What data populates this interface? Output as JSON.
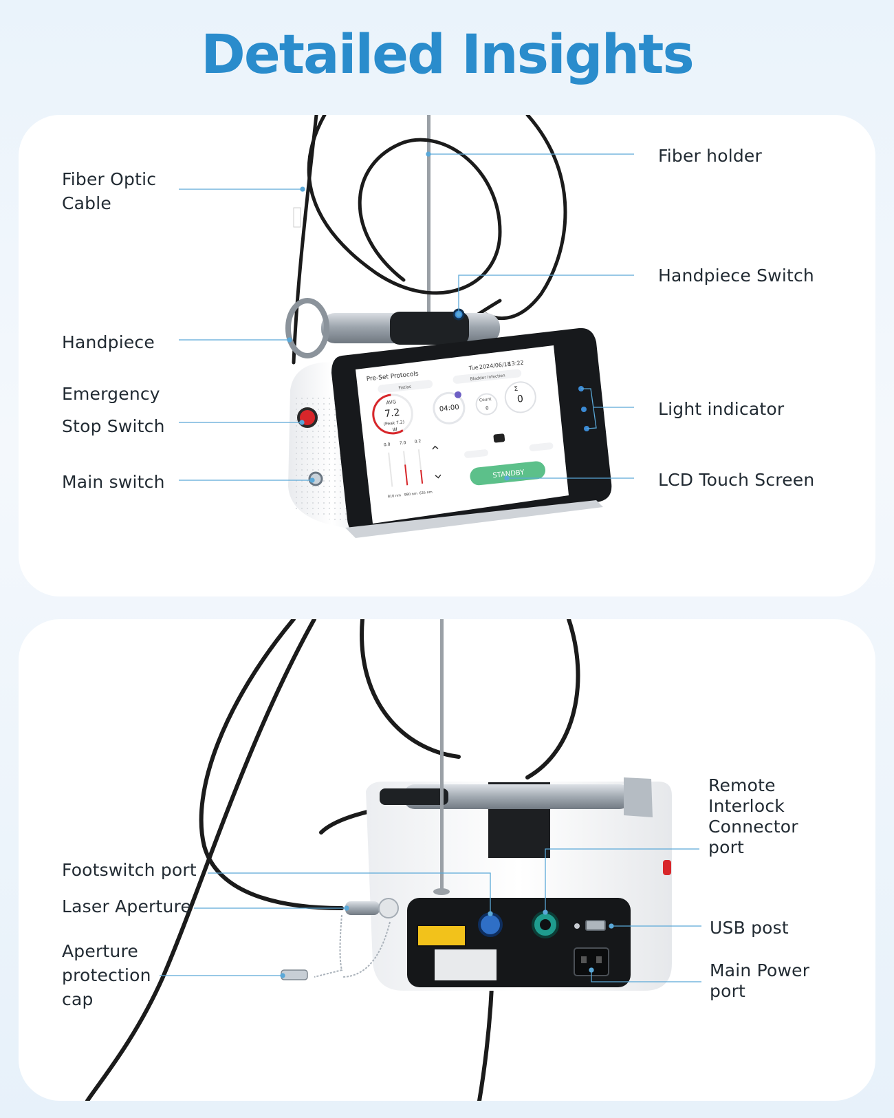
{
  "title": "Detailed Insights",
  "colors": {
    "title": "#2a8ccc",
    "leader_line": "#5aa8d8",
    "device_body": "#f3f4f6",
    "screen_bezel": "#1a1c1f",
    "standby_button": "#5cc08a",
    "cable": "#1b1b1b"
  },
  "top_panel": {
    "labels": {
      "fiber_optic_cable": [
        "Fiber Optic",
        "Cable"
      ],
      "fiber_holder": "Fiber holder",
      "handpiece_switch": "Handpiece Switch",
      "handpiece": "Handpiece",
      "emergency_stop_switch": [
        "Emergency",
        "Stop Switch"
      ],
      "light_indicator": "Light indicator",
      "main_switch": "Main switch",
      "lcd_touch_screen": "LCD Touch Screen"
    },
    "screen": {
      "header_title": "Pre-Set Protocols",
      "day": "Tue",
      "date": "2024/06/18",
      "time": "13:22",
      "protocol": "Bladder Infection",
      "mode": "Fistlas",
      "avg_label": "AVG",
      "avg_value": "7.2",
      "peak": "(Peak 7.2)",
      "unit": "W",
      "timer": "04:00",
      "count_label": "Count",
      "count_value": "0",
      "sigma_symbol": "Σ",
      "total_value": "0",
      "bar_top_labels": [
        "0.0",
        "7.0",
        "0.2"
      ],
      "bar_bottom_labels": [
        "810 nm",
        "980 nm",
        "635 nm"
      ],
      "standby": "STANDBY"
    }
  },
  "bottom_panel": {
    "labels": {
      "remote_interlock": [
        "Remote",
        "Interlock",
        "Connector",
        "port"
      ],
      "footswitch_port": "Footswitch port",
      "laser_aperture": "Laser Aperture",
      "usb_post": "USB post",
      "aperture_protection_cap": [
        "Aperture",
        "protection",
        "cap"
      ],
      "main_power_port": [
        "Main Power",
        "port"
      ]
    }
  }
}
